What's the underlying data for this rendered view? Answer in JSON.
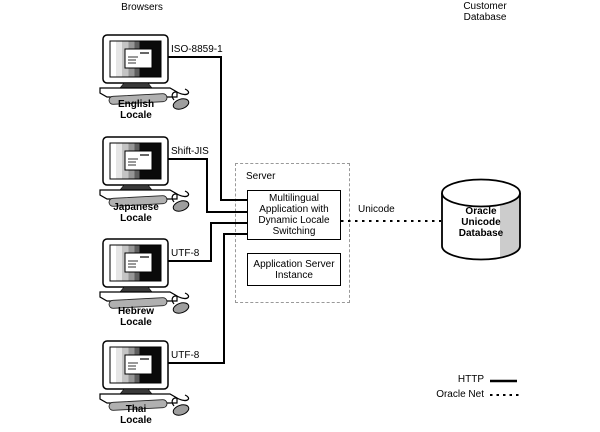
{
  "titles": {
    "browsers": "Browsers",
    "customer_database": "Customer\nDatabase"
  },
  "browsers": [
    {
      "locale": "English\nLocale",
      "encoding": "ISO-8859-1"
    },
    {
      "locale": "Japanese\nLocale",
      "encoding": "Shift-JIS"
    },
    {
      "locale": "Hebrew\nLocale",
      "encoding": "UTF-8"
    },
    {
      "locale": "Thai\nLocale",
      "encoding": "UTF-8"
    }
  ],
  "server": {
    "label": "Server",
    "application_box": "Multilingual\nApplication with\nDynamic Locale\nSwitching",
    "instance_box": "Application Server\nInstance"
  },
  "connection": {
    "label": "Unicode"
  },
  "database": {
    "label": "Oracle\nUnicode\nDatabase"
  },
  "legend": [
    {
      "label": "HTTP",
      "style": "solid"
    },
    {
      "label": "Oracle Net",
      "style": "dotted"
    }
  ],
  "colors": {
    "line": "#000000",
    "server_dash": "#999999",
    "cylinder_shadow": "#cccccc",
    "keyboard_gray": "#b0b0b0"
  }
}
